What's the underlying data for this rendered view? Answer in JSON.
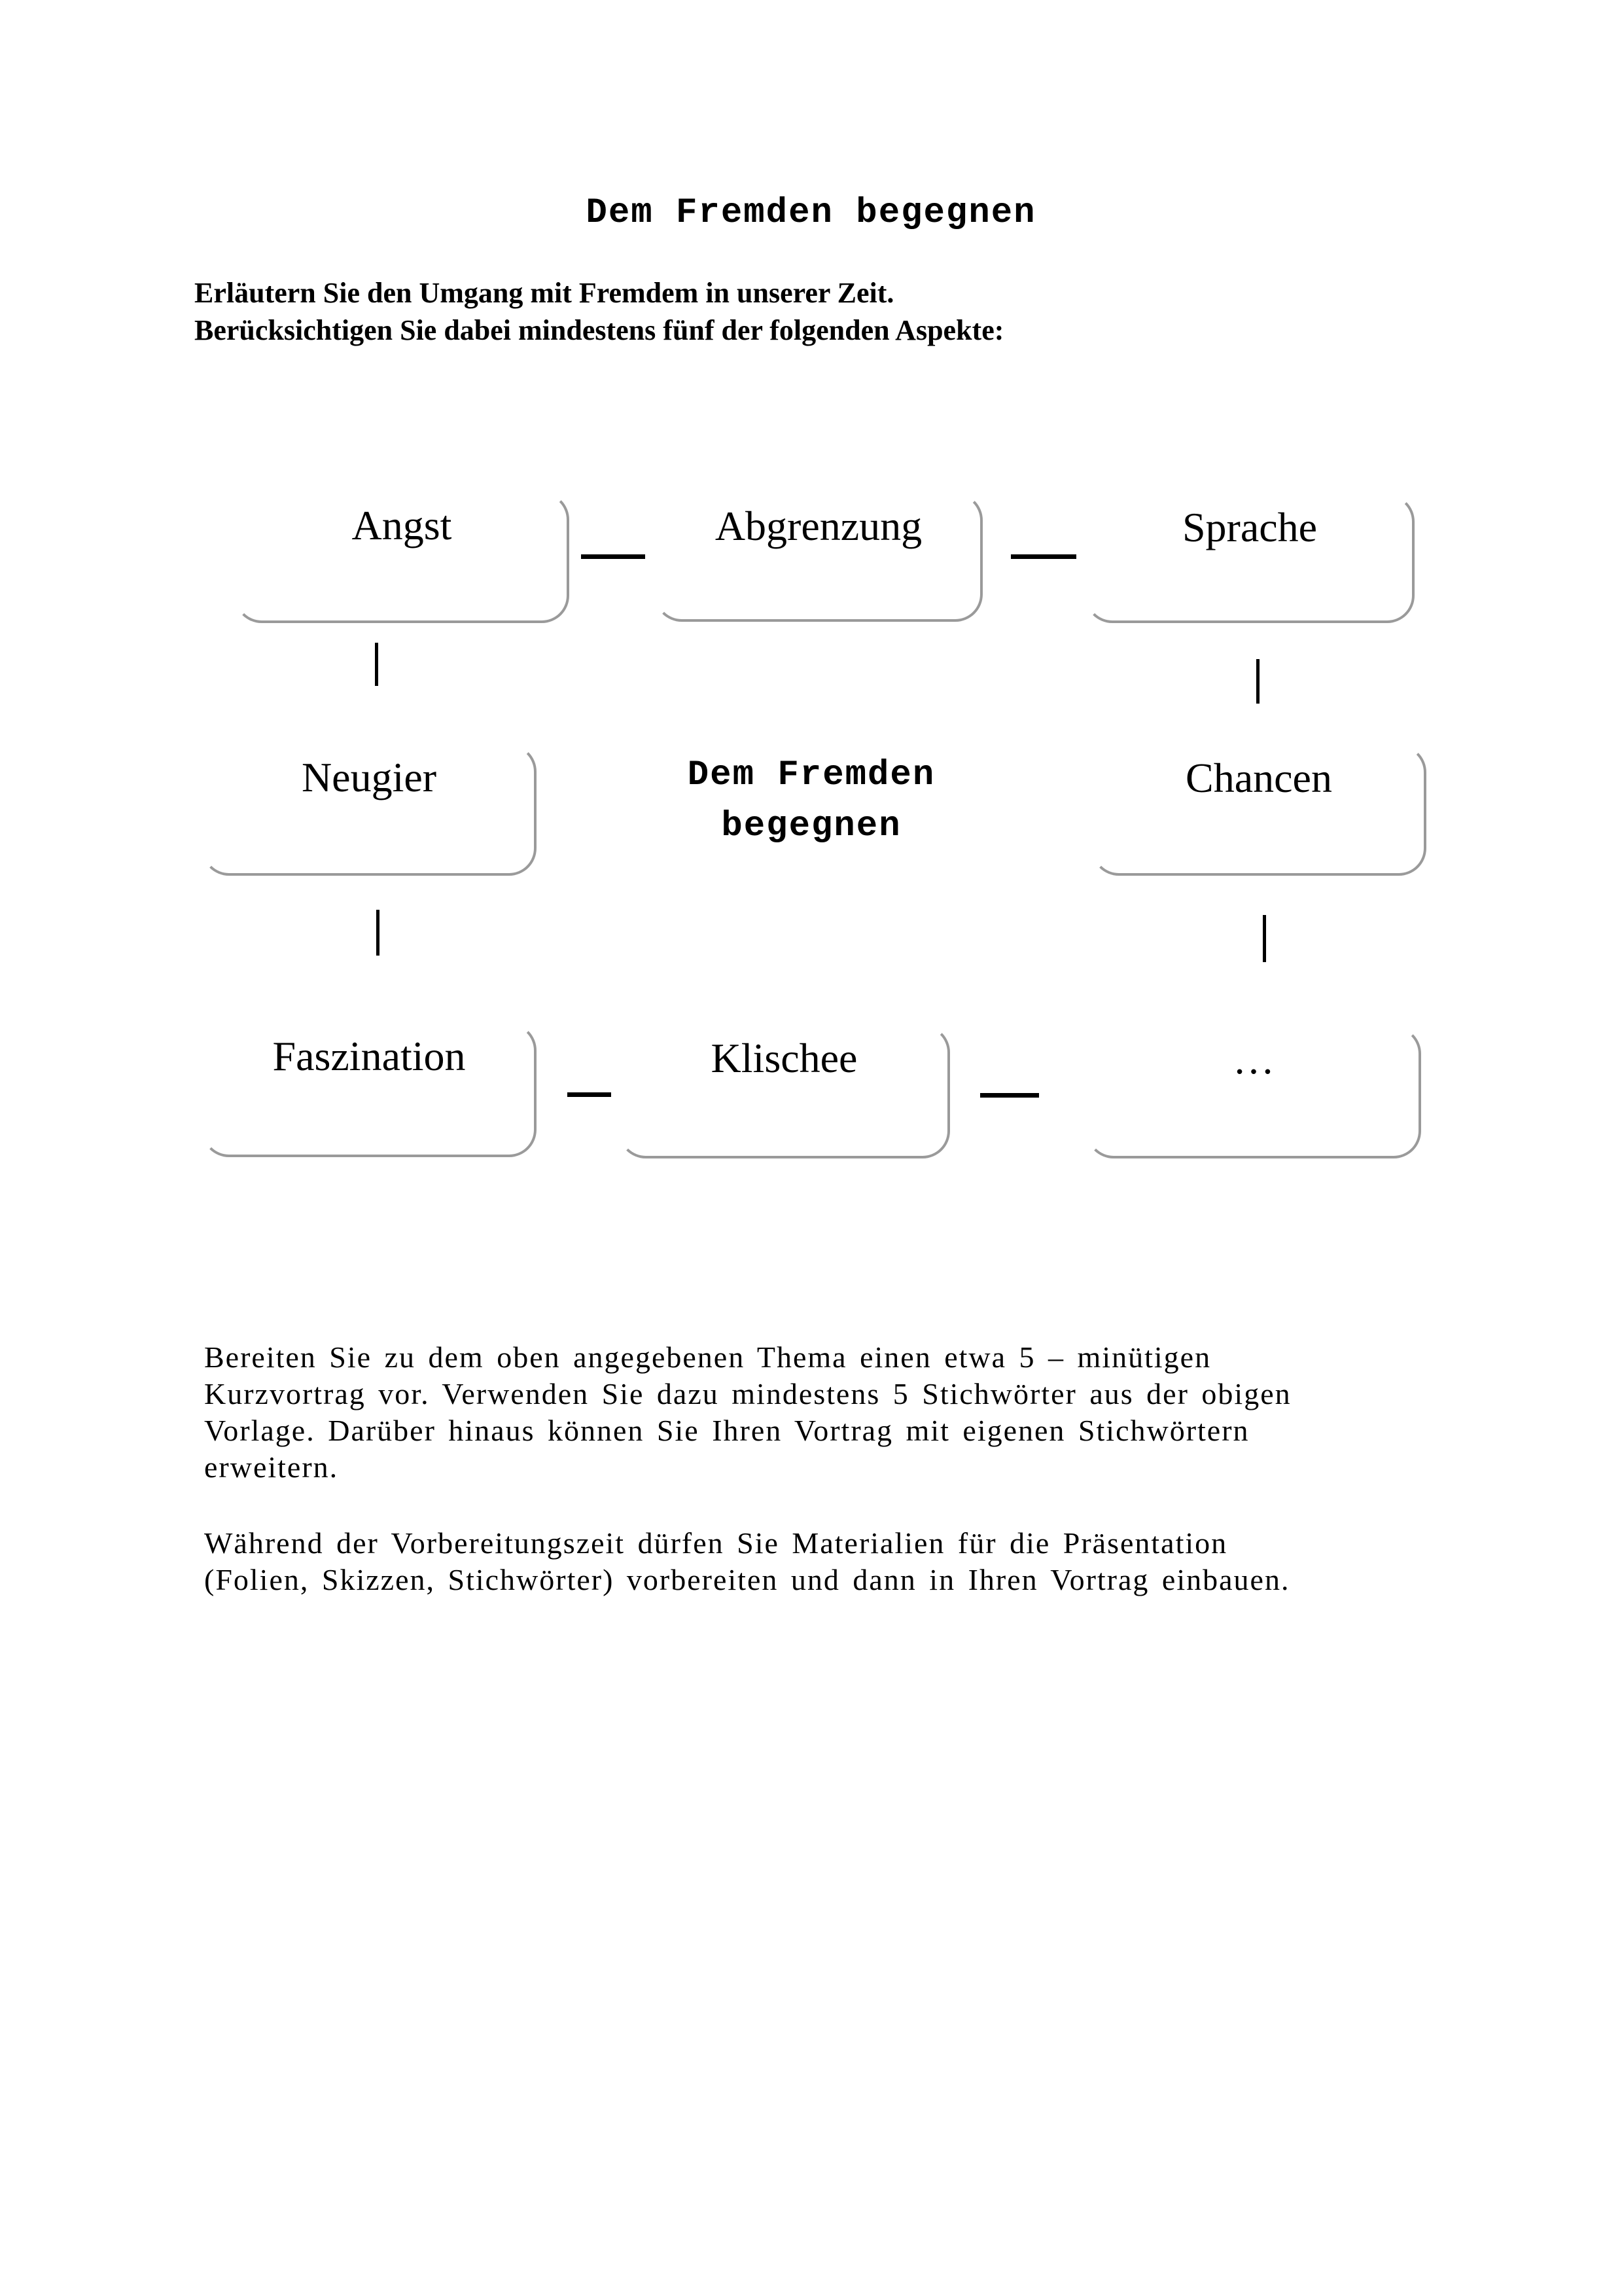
{
  "document": {
    "title": "Dem Fremden begegnen",
    "instructions": {
      "line1": "Erläutern Sie den Umgang mit Fremdem in unserer Zeit.",
      "line2": "Berücksichtigen Sie dabei mindestens fünf der folgenden Aspekte:"
    },
    "diagram": {
      "center_topic": {
        "line1": "Dem Fremden",
        "line2": "begegnen"
      },
      "nodes": [
        {
          "label": "Angst"
        },
        {
          "label": "Abgrenzung"
        },
        {
          "label": "Sprache"
        },
        {
          "label": "Neugier"
        },
        {
          "label": "Chancen"
        },
        {
          "label": "Faszination"
        },
        {
          "label": "Klischee"
        },
        {
          "label": "…"
        }
      ],
      "box_border_color": "#9a9a9a",
      "connector_color": "#000000"
    },
    "tasks": {
      "paragraph1": {
        "line1": "Bereiten Sie zu dem oben angegebenen Thema einen etwa 5 – minütigen",
        "line2": "Kurzvortrag vor. Verwenden Sie dazu mindestens 5 Stichwörter aus der obigen",
        "line3": "Vorlage. Darüber hinaus können Sie Ihren Vortrag mit eigenen Stichwörtern",
        "line4": "erweitern."
      },
      "paragraph2": {
        "line1": "Während der Vorbereitungszeit dürfen Sie Materialien für die Präsentation",
        "line2": "(Folien, Skizzen, Stichwörter) vorbereiten und dann in Ihren Vortrag einbauen."
      }
    }
  }
}
